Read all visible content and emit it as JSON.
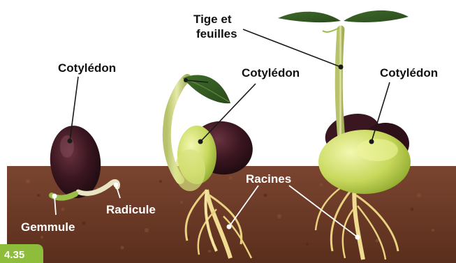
{
  "figure": {
    "number": "4.35",
    "badge_color": "#8dbd3b",
    "soil_color": "#6b3a24",
    "sky_color": "#ffffff"
  },
  "labels": {
    "cotyledon_1": "Cotylédon",
    "cotyledon_2": "Cotylédon",
    "cotyledon_3": "Cotylédon",
    "tige_line1": "Tige et",
    "tige_line2": "feuilles",
    "racines": "Racines",
    "radicule": "Radicule",
    "gemmule": "Gemmule"
  },
  "icons": {
    "seed_stage_1": "germinating-bean-seed-icon",
    "seed_stage_2": "bean-seedling-hook-icon",
    "seed_stage_3": "bean-plant-with-leaves-icon"
  }
}
